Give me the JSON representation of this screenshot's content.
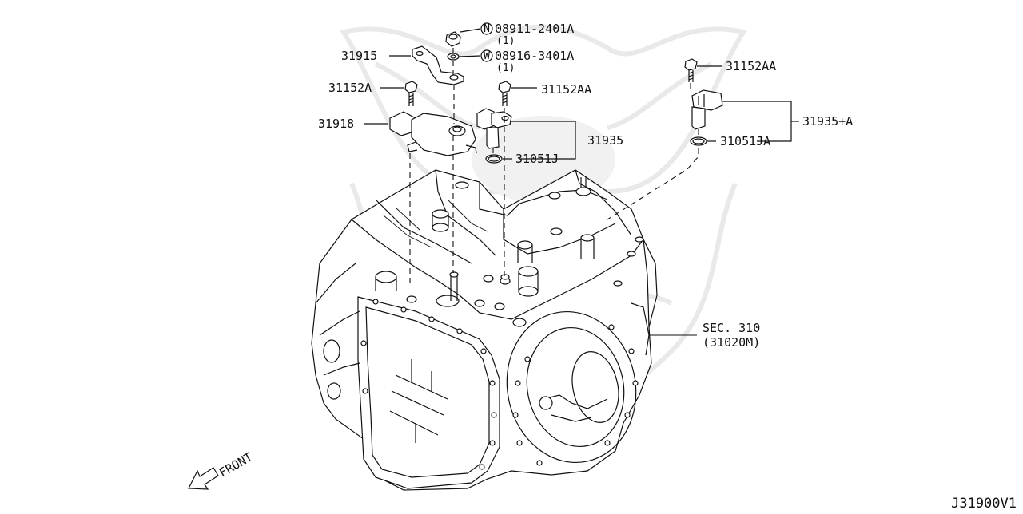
{
  "diagram_code": "J31900V1",
  "front_label": "FRONT",
  "parts": {
    "nut": {
      "prefix": "N",
      "number": "08911-2401A",
      "qty": "(1)"
    },
    "washer": {
      "prefix": "W",
      "number": "08916-3401A",
      "qty": "(1)"
    },
    "bracket": "31915",
    "bolt_left": "31152A",
    "switch": "31918",
    "bolt_mid": "31152AA",
    "sensor_mid": "31935",
    "oring_mid": "31051J",
    "bolt_right": "31152AA",
    "sensor_right": "31935+A",
    "oring_right": "31051JA",
    "section_ref": "SEC. 310",
    "section_part": "(31020M)"
  },
  "colors": {
    "ink": "#111111",
    "watermark": "#e9e9e9",
    "background": "#ffffff"
  }
}
